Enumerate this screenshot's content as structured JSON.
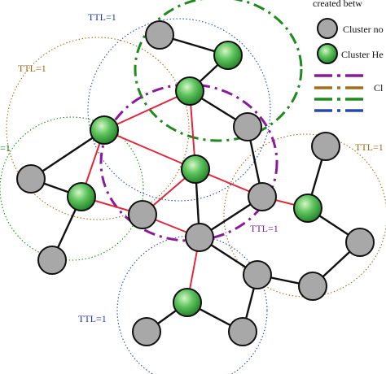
{
  "header_text": "created betw",
  "legend": {
    "cluster_node_label": "Cluster no",
    "cluster_head_label": "Cluster He",
    "cluster_partial_label": "Cl"
  },
  "ttl_labels": [
    {
      "id": "ttl-top",
      "text": "TTL=1",
      "color": "#1f3c9a"
    },
    {
      "id": "ttl-left-upper",
      "text": "TTL=1",
      "color": "#9a6a1a"
    },
    {
      "id": "ttl-left-lower",
      "text": "=1",
      "color": "#1c7a2a"
    },
    {
      "id": "ttl-right",
      "text": "TTL=1",
      "color": "#9a6a1a"
    },
    {
      "id": "ttl-center",
      "text": "TTL=1",
      "color": "#7a1f8a"
    },
    {
      "id": "ttl-bottom",
      "text": "TTL=1",
      "color": "#1f3c9a"
    }
  ],
  "colors": {
    "cluster_node_fill": "#a8a8a8",
    "cluster_head_fill": "#3fae3f",
    "intra_edge": "#111111",
    "inter_edge": "#e0283a",
    "purple_boundary": "#8a1a9a",
    "green_boundary": "#1e8a1e",
    "brown_boundary": "#a0701a",
    "blue_boundary": "#2a4aa8"
  }
}
